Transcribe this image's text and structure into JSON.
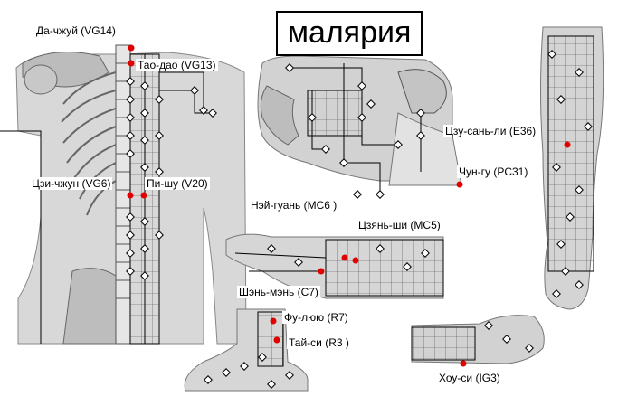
{
  "title": "малярия",
  "colors": {
    "acupoint": "#e00000",
    "body": "#d6d6d6",
    "line": "#000000"
  },
  "points": [
    {
      "id": "vg14",
      "label": "Да-чжуй (VG14)"
    },
    {
      "id": "vg13",
      "label": "Тао-дао (VG13)"
    },
    {
      "id": "vg6",
      "label": "Цзи-чжун (VG6)"
    },
    {
      "id": "v20",
      "label": "Пи-шу (V20)"
    },
    {
      "id": "e36",
      "label": "Цзу-сань-ли (E36)"
    },
    {
      "id": "pc31",
      "label": "Чун-гу (PC31)"
    },
    {
      "id": "mc6",
      "label": "Нэй-гуань (MC6 )"
    },
    {
      "id": "mc5",
      "label": "Цзянь-ши (MC5)"
    },
    {
      "id": "c7",
      "label": "Шэнь-мэнь (C7)"
    },
    {
      "id": "r7",
      "label": "Фу-люю (R7)"
    },
    {
      "id": "r3",
      "label": "Тай-си (R3 )"
    },
    {
      "id": "ig3",
      "label": "Хоу-си (IG3)"
    }
  ]
}
